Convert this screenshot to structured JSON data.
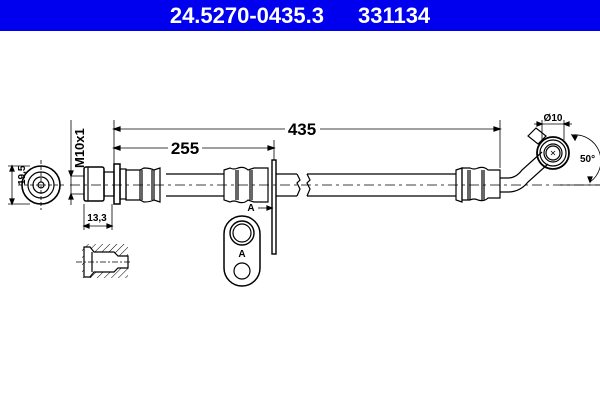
{
  "header": {
    "part_number": "24.5270-0435.3",
    "ref_number": "331134",
    "background_color": "#0000ee",
    "text_color": "#ffffff"
  },
  "dimensions": {
    "overall_length": "435",
    "bracket_length": "255",
    "thread": "M10x1",
    "fitting_width": "13,3",
    "end_diameter": "19,5",
    "eye_diameter": "Ø10",
    "angle": "50°"
  },
  "labels": {
    "section_ref": "A",
    "section_view": "A"
  }
}
